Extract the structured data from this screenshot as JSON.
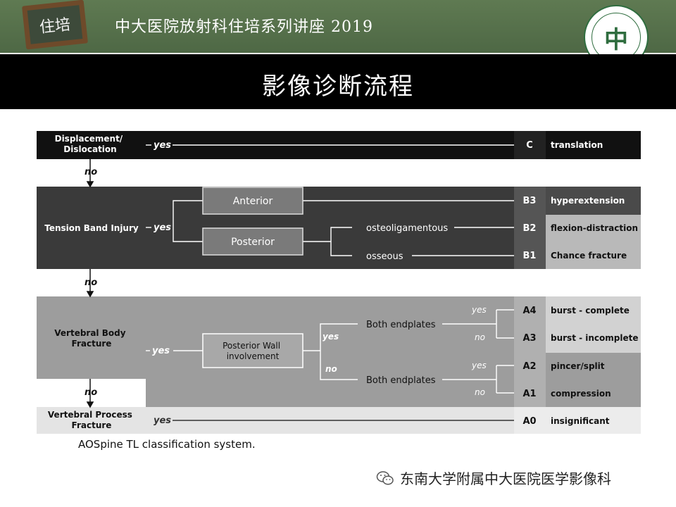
{
  "header": {
    "badge_text": "住培",
    "title": "中大医院放射科住培系列讲座 2019",
    "seal_text": "中"
  },
  "banner": {
    "title": "影像诊断流程"
  },
  "diagram": {
    "rows": {
      "displacement": "Displacement/\nDislocation",
      "tension": "Tension Band Injury",
      "vertebral_body": "Vertebral Body\nFracture",
      "process": "Vertebral Process\nFracture"
    },
    "yes": "yes",
    "no": "no",
    "boxes": {
      "anterior": "Anterior",
      "posterior": "Posterior",
      "posterior_wall": "Posterior Wall\ninvolvement"
    },
    "branches": {
      "osteoligamentous": "osteoligamentous",
      "osseous": "osseous",
      "endplates_top": "Both endplates",
      "endplates_bottom": "Both endplates"
    },
    "outcomes": [
      {
        "code": "C",
        "label": "translation"
      },
      {
        "code": "B3",
        "label": "hyperextension"
      },
      {
        "code": "B2",
        "label": "flexion-distraction"
      },
      {
        "code": "B1",
        "label": "Chance fracture"
      },
      {
        "code": "A4",
        "label": "burst - complete"
      },
      {
        "code": "A3",
        "label": "burst - incomplete"
      },
      {
        "code": "A2",
        "label": "pincer/split"
      },
      {
        "code": "A1",
        "label": "compression"
      },
      {
        "code": "A0",
        "label": "insignificant"
      }
    ]
  },
  "caption": "AOSpine TL classification system.",
  "footer": {
    "text": "东南大学附属中大医院医学影像科",
    "icon": "wechat-icon"
  }
}
